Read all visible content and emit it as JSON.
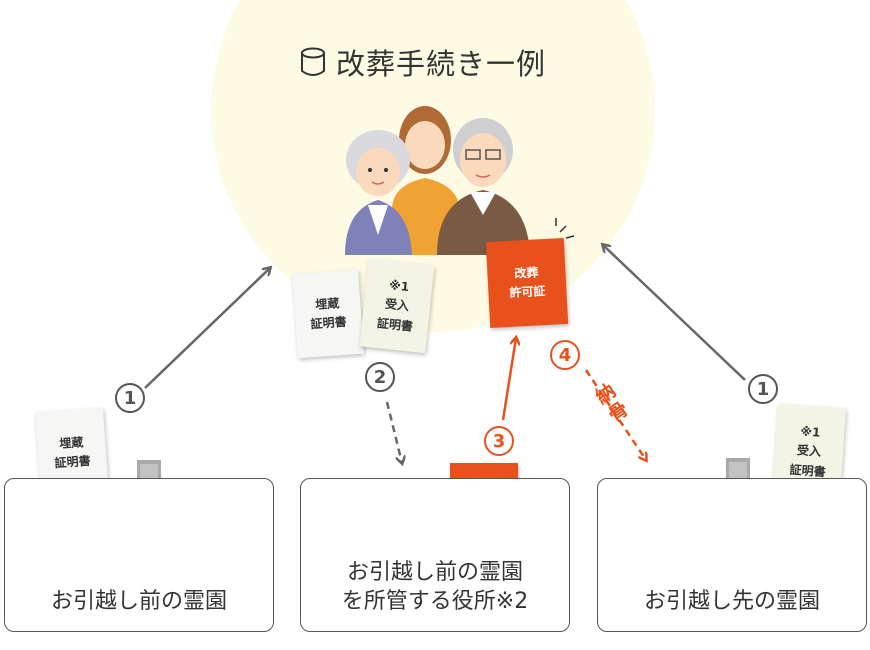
{
  "title": "改葬手続き一例",
  "title_icon": "cylinder-icon",
  "docs": {
    "burial_cert": "埋蔵\n証明書",
    "accept_cert": "※1\n受入\n証明書",
    "permit": "改葬\n許可証"
  },
  "steps": {
    "one": "1",
    "two": "2",
    "three": "3",
    "four": "4"
  },
  "nokotsu_label": "納骨",
  "boxes": {
    "before_grave": "お引越し前の霊園",
    "city_office": "お引越し前の霊園\nを所管する役所※2",
    "after_grave": "お引越し先の霊園"
  },
  "colors": {
    "accent": "#e8501c",
    "glow": "#fdfbe3",
    "arrow": "#666666"
  }
}
